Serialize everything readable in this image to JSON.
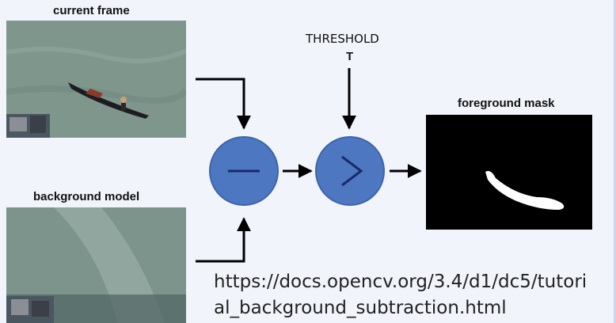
{
  "labels": {
    "current_frame": "current frame",
    "background_model": "background model",
    "foreground_mask": "foreground mask",
    "threshold": "THRESHOLD",
    "threshold_symbol": "T"
  },
  "operators": {
    "subtract": "−",
    "compare": ">"
  },
  "source_url_line1": "https://docs.opencv.org/3.4/d1/dc5/tutori",
  "source_url_line2": "al_background_subtraction.html",
  "colors": {
    "operator_fill": "#4d77c1",
    "operator_symbol": "#1a2a6b",
    "arrow": "#000000",
    "mask_background": "#000000",
    "mask_foreground": "#ffffff"
  }
}
